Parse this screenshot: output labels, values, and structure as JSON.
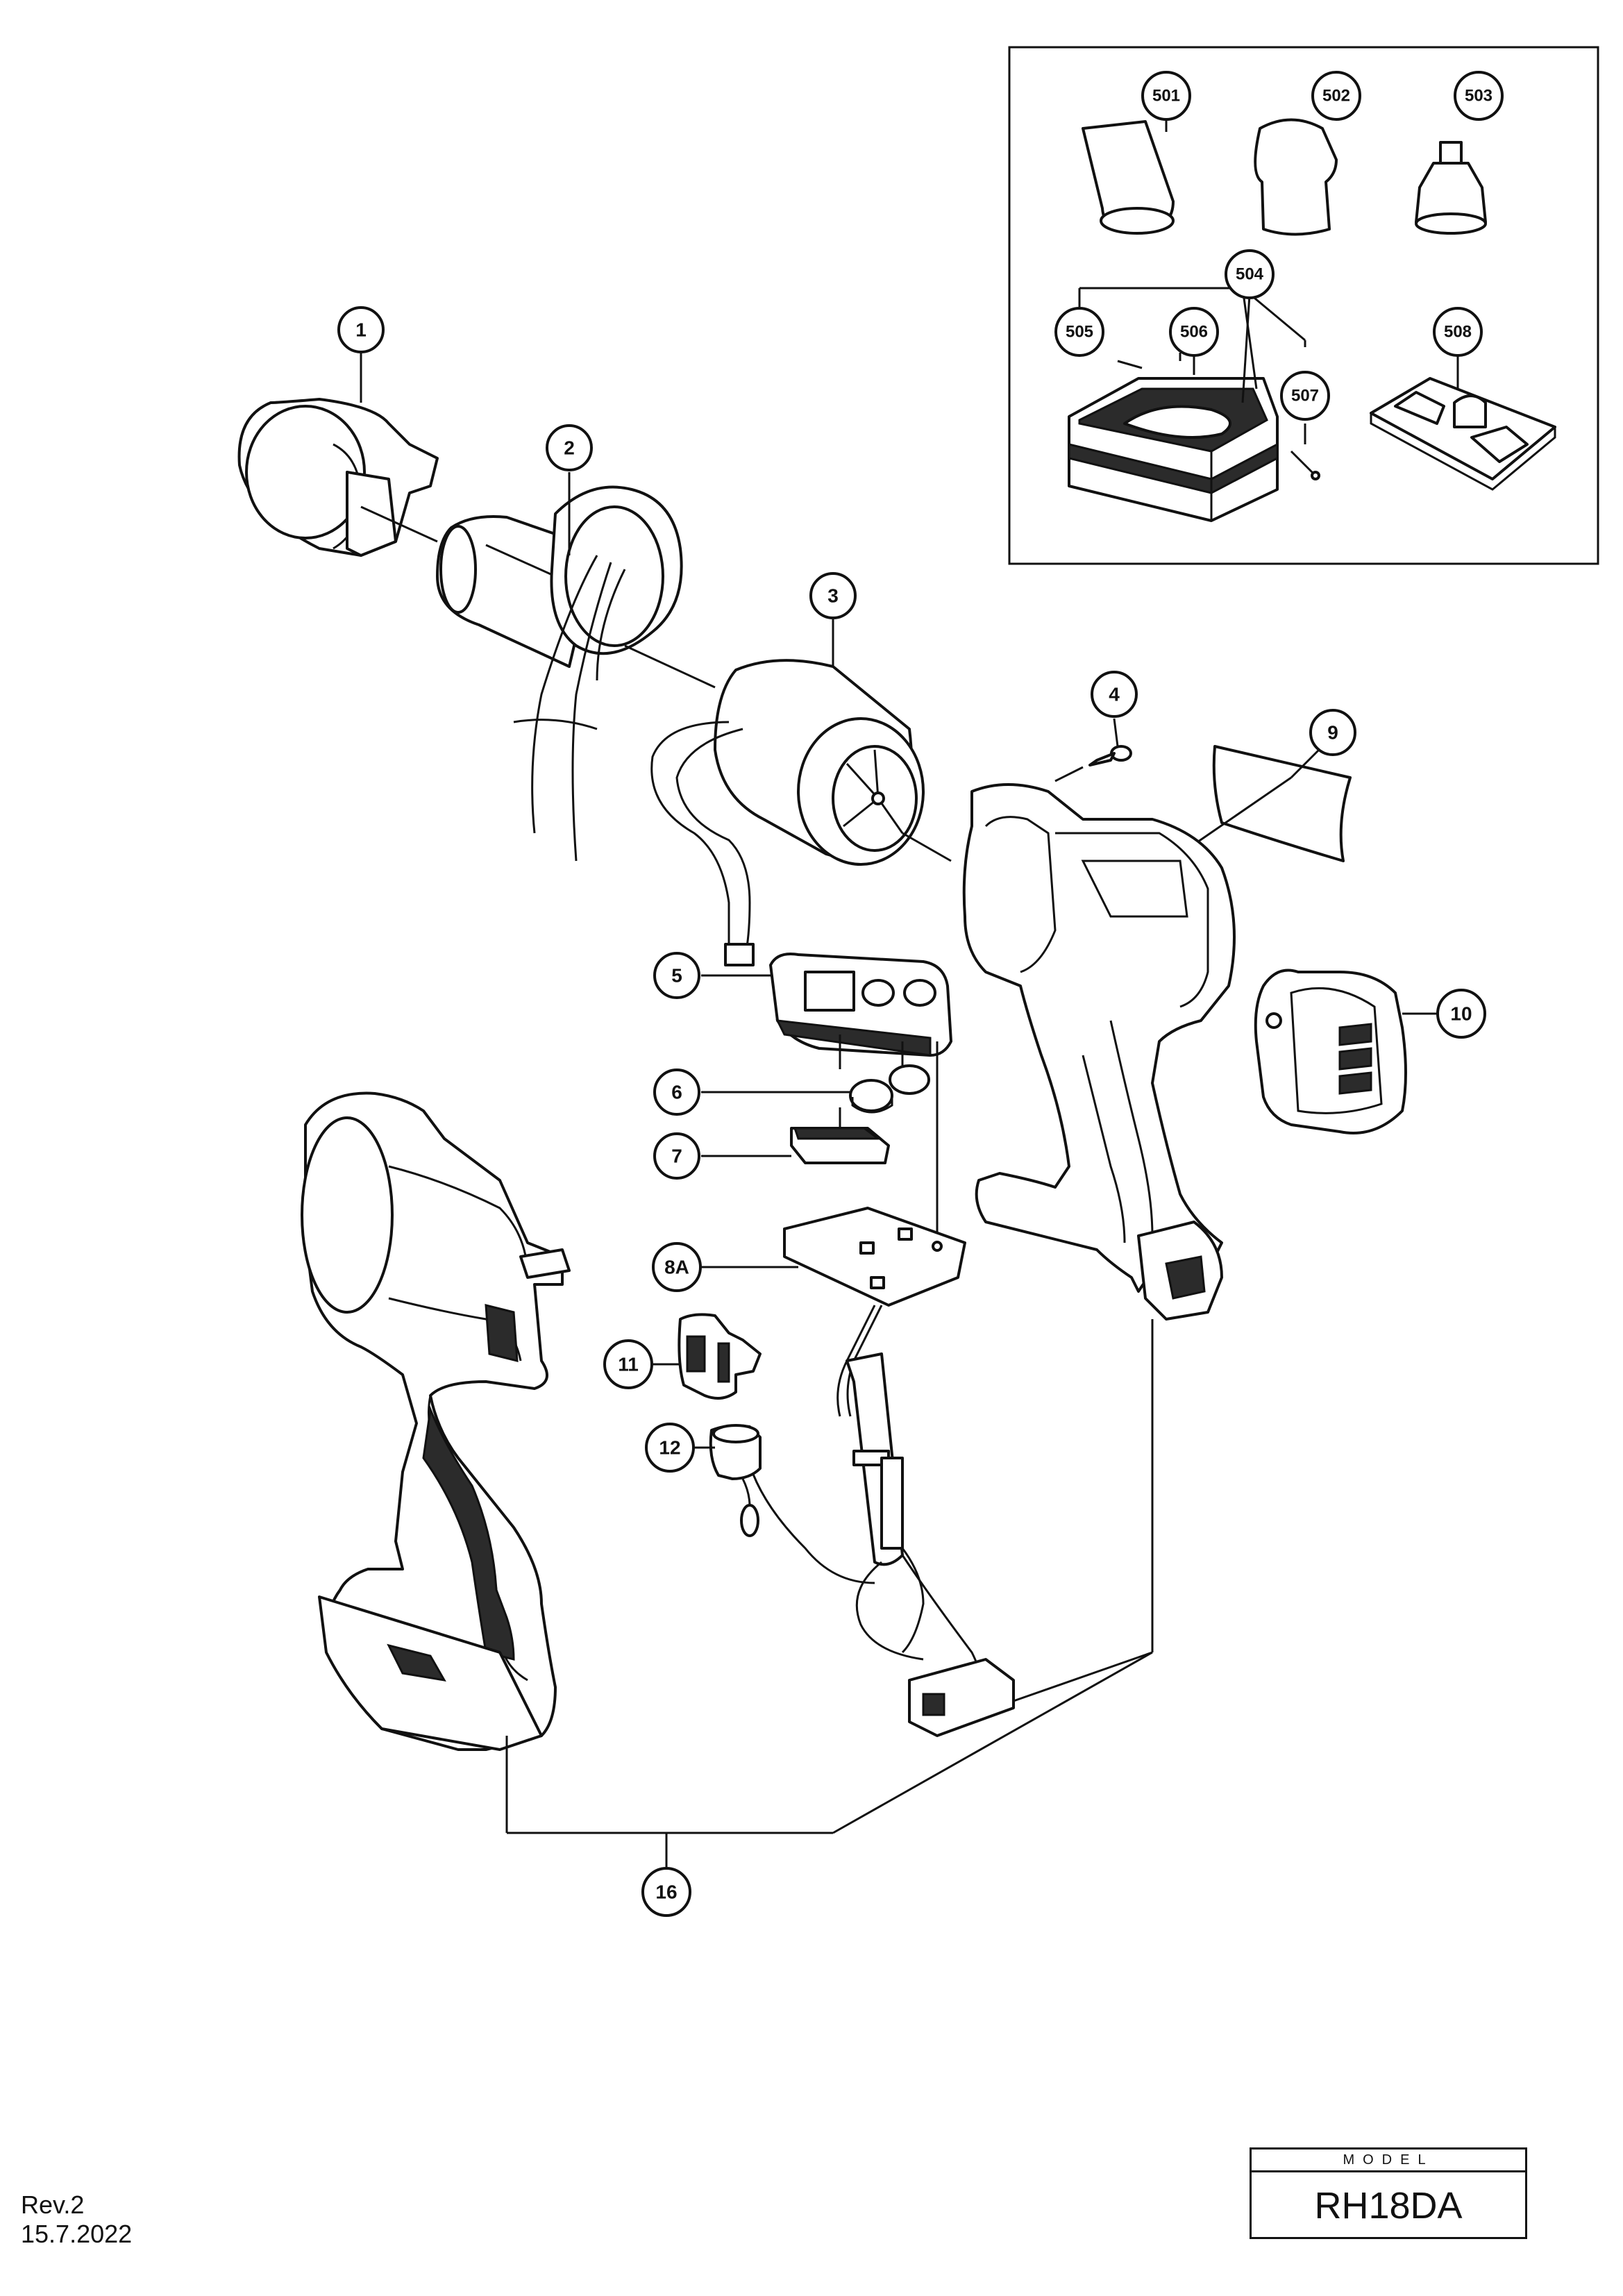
{
  "callouts": {
    "c1": "1",
    "c2": "2",
    "c3": "3",
    "c4": "4",
    "c5": "5",
    "c6": "6",
    "c7": "7",
    "c8A": "8A",
    "c9": "9",
    "c10": "10",
    "c11": "11",
    "c12": "12",
    "c16": "16",
    "c501": "501",
    "c502": "502",
    "c503": "503",
    "c504": "504",
    "c505": "505",
    "c506": "506",
    "c507": "507",
    "c508": "508"
  },
  "model": {
    "label": "MODEL",
    "value": "RH18DA"
  },
  "revision": {
    "rev": "Rev.2",
    "date": "15.7.2022"
  }
}
